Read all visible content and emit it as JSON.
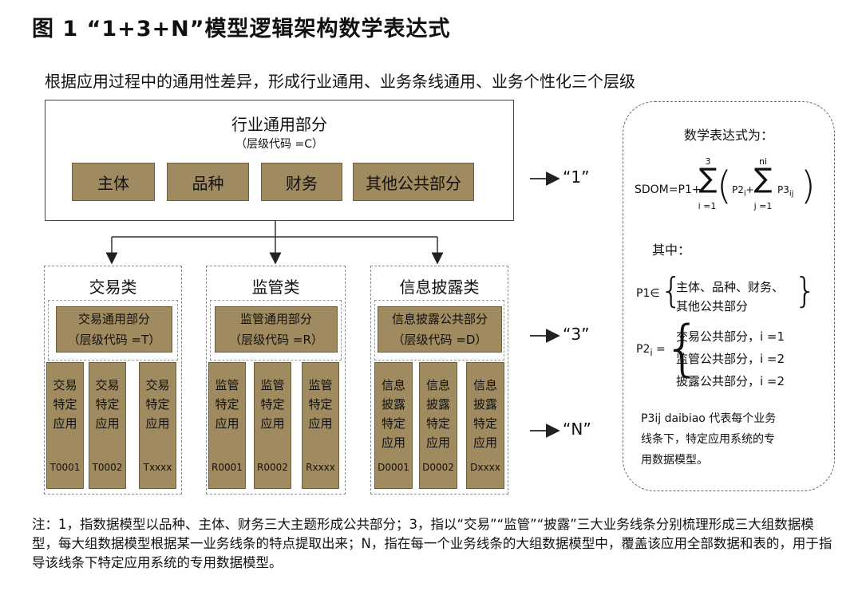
{
  "title": "图 1 “1+3+N”模型逻辑架构数学表达式",
  "subtitle": "根据应用过程中的通用性差异，形成行业通用、业务条线通用、业务个性化三个层级",
  "top": {
    "title": "行业通用部分",
    "code": "（层级代码 =C）",
    "tiles": [
      "主体",
      "品种",
      "财务",
      "其他公共部分"
    ]
  },
  "labels": {
    "one": "“1”",
    "three": "“3”",
    "n": "“N”"
  },
  "groups": [
    {
      "title": "交易类",
      "common_line1": "交易通用部分",
      "common_line2": "（层级代码 =T）",
      "apps": [
        {
          "lines": [
            "交易",
            "特定",
            "应用"
          ],
          "code": "T0001"
        },
        {
          "lines": [
            "交易",
            "特定",
            "应用"
          ],
          "code": "T0002"
        },
        {
          "lines": [
            "交易",
            "特定",
            "应用"
          ],
          "code": "Txxxx"
        }
      ]
    },
    {
      "title": "监管类",
      "common_line1": "监管通用部分",
      "common_line2": "（层级代码 =R）",
      "apps": [
        {
          "lines": [
            "监管",
            "特定",
            "应用"
          ],
          "code": "R0001"
        },
        {
          "lines": [
            "监管",
            "特定",
            "应用"
          ],
          "code": "R0002"
        },
        {
          "lines": [
            "监管",
            "特定",
            "应用"
          ],
          "code": "Rxxxx"
        }
      ]
    },
    {
      "title": "信息披露类",
      "common_line1": "信息披露公共部分",
      "common_line2": "（层级代码 =D）",
      "apps": [
        {
          "lines": [
            "信息",
            "披露",
            "特定",
            "应用"
          ],
          "code": "D0001"
        },
        {
          "lines": [
            "信息",
            "披露",
            "特定",
            "应用"
          ],
          "code": "D0002"
        },
        {
          "lines": [
            "信息",
            "披露",
            "特定",
            "应用"
          ],
          "code": "Dxxxx"
        }
      ]
    }
  ],
  "formula": {
    "heading": "数学表达式为：",
    "lhs": "SDOM=P1+",
    "sum1_top": "3",
    "sum1_bottom": "i =1",
    "p2": "P2",
    "p2_sub": "i",
    "plus": "+",
    "sum2_top": "ni",
    "sum2_bottom": "j =1",
    "p3": "P3",
    "p3_sub": "ij",
    "where": "其中：",
    "p1_label": "P1∈",
    "p1_line1": "主体、品种、财务、",
    "p1_line2": "其他公共部分",
    "p2_label": "P2",
    "p2_label_sub": "i",
    "p2_eq": " =",
    "p2_line1": "交易公共部分，i =1",
    "p2_line2": "监管公共部分，i =2",
    "p2_line3": "披露公共部分，i =2",
    "p3_line1": "P3ij  daibiao 代表每个业务",
    "p3_line2": "线条下，特定应用系统的专",
    "p3_line3": "用数据模型。"
  },
  "note": "注：1，指数据模型以品种、主体、财务三大主题形成公共部分；3，指以“交易”“监管”“披露”三大业务线条分别梳理形成三大组数据模型，每大组数据模型根据某一业务线条的特点提取出来；N，指在每一个业务线条的大组数据模型中，覆盖该应用全部数据和表的，用于指导该线条下特定应用系统的专用数据模型。"
}
